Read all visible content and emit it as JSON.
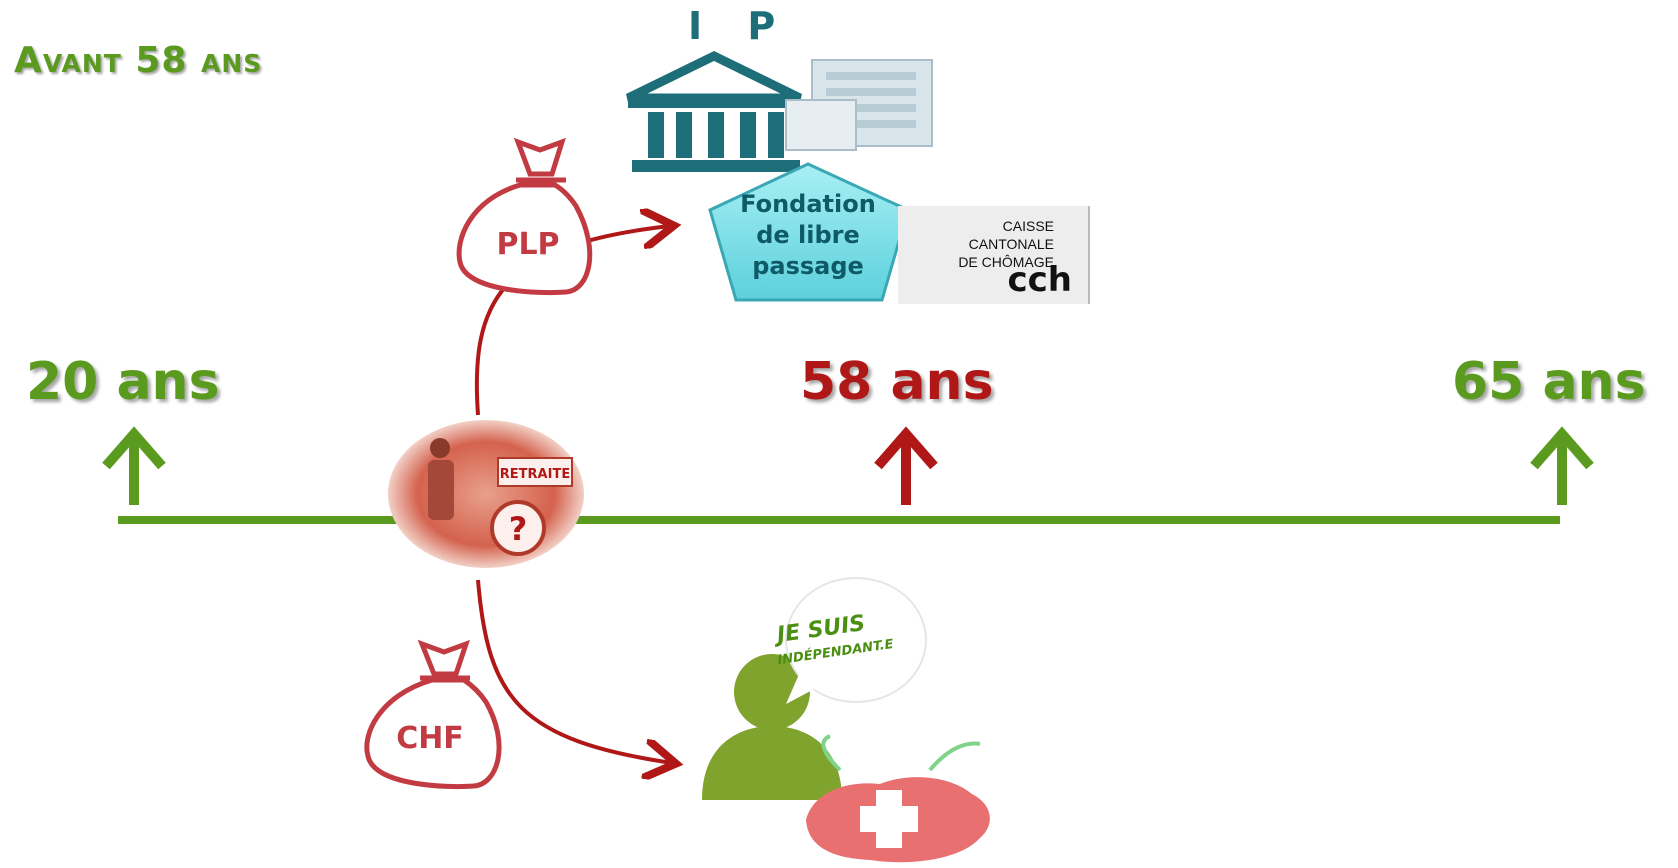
{
  "title": "Avant 58 ans",
  "ages": {
    "start": "20 ans",
    "mid": "58 ans",
    "end": "65 ans"
  },
  "ip_label": "I P",
  "fondation": {
    "line1": "Fondation",
    "line2": "de libre",
    "line3": "passage"
  },
  "caisse": {
    "line1": "CAISSE",
    "line2": "CANTONALE",
    "line3": "DE CHÔMAGE",
    "logo": "cch"
  },
  "bags": {
    "top": "PLP",
    "bottom": "CHF"
  },
  "retraite_sign": "RETRAITE",
  "question_mark": "?",
  "speech": {
    "line1": "JE SUIS",
    "line2": "INDÉPENDANT.E"
  },
  "colors": {
    "green": "#5a9a1e",
    "red": "#b01818",
    "teal": "#1e6e7a",
    "cyan": "#7fdfe6"
  }
}
